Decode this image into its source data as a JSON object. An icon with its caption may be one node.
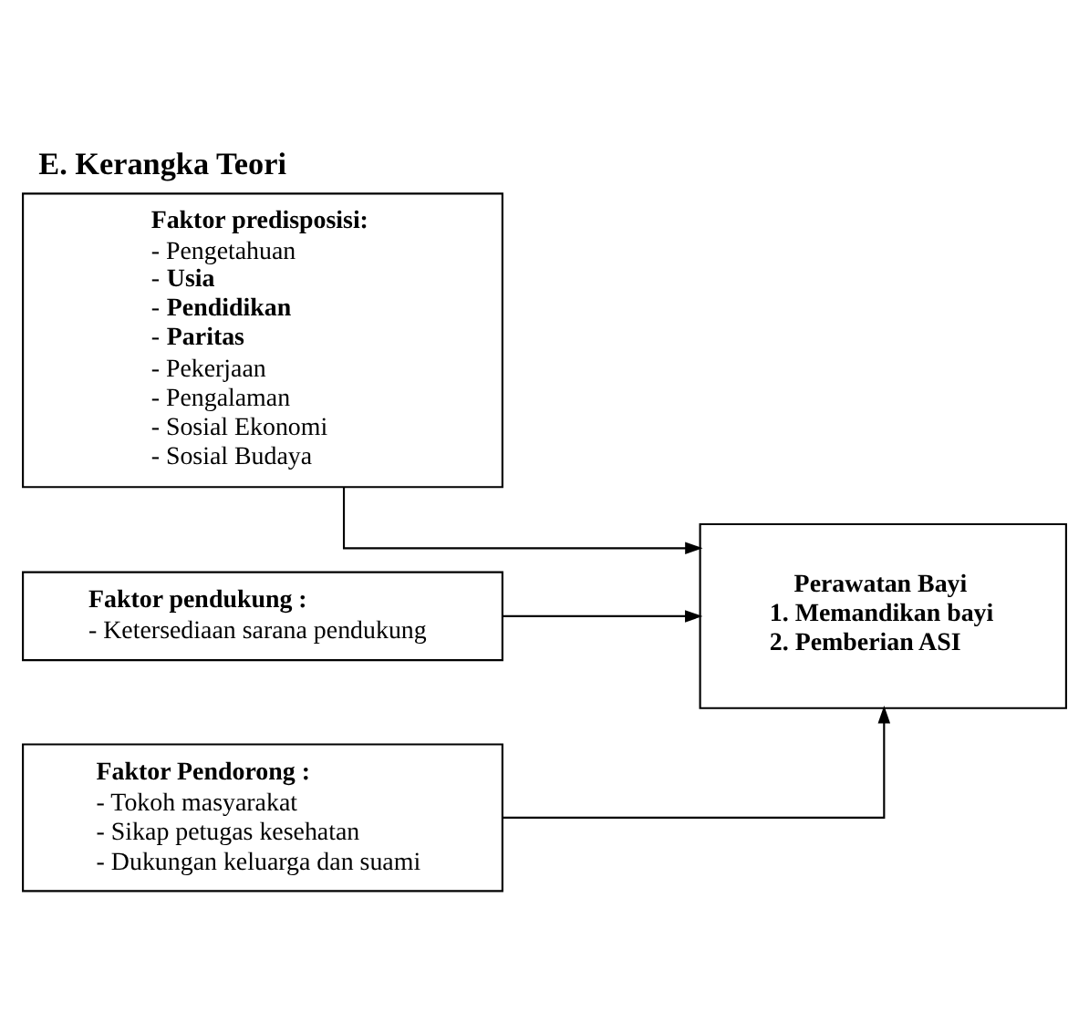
{
  "diagram": {
    "title": "E. Kerangka Teori",
    "nodes": [
      {
        "text": [
          "Faktor predisposisi:",
          "- Pengetahuan",
          "- **Usia**",
          "- **Pendidikan**",
          "- **Paritas**",
          "- Pekerjaan",
          "- Pengalaman",
          "- Sosial Ekonomi",
          "- Sosial Budaya"
        ]
      },
      {
        "text": [
          "Faktor pendukung :",
          "- Ketersediaan sarana pendukung"
        ]
      },
      {
        "text": [
          "Faktor Pendorong :",
          "- Tokoh masyarakat",
          "- Sikap petugas kesehatan",
          "- Dukungan keluarga dan suami"
        ]
      },
      {
        "text": [
          "Perawatan Bayi",
          "1. Memandikan bayi",
          "2. Pemberian ASI"
        ]
      }
    ],
    "edges": [
      {
        "from": 0,
        "to": 3,
        "arrow": "to"
      },
      {
        "from": 1,
        "to": 3,
        "arrow": "to"
      },
      {
        "from": 2,
        "to": 3,
        "arrow": "to"
      }
    ]
  }
}
